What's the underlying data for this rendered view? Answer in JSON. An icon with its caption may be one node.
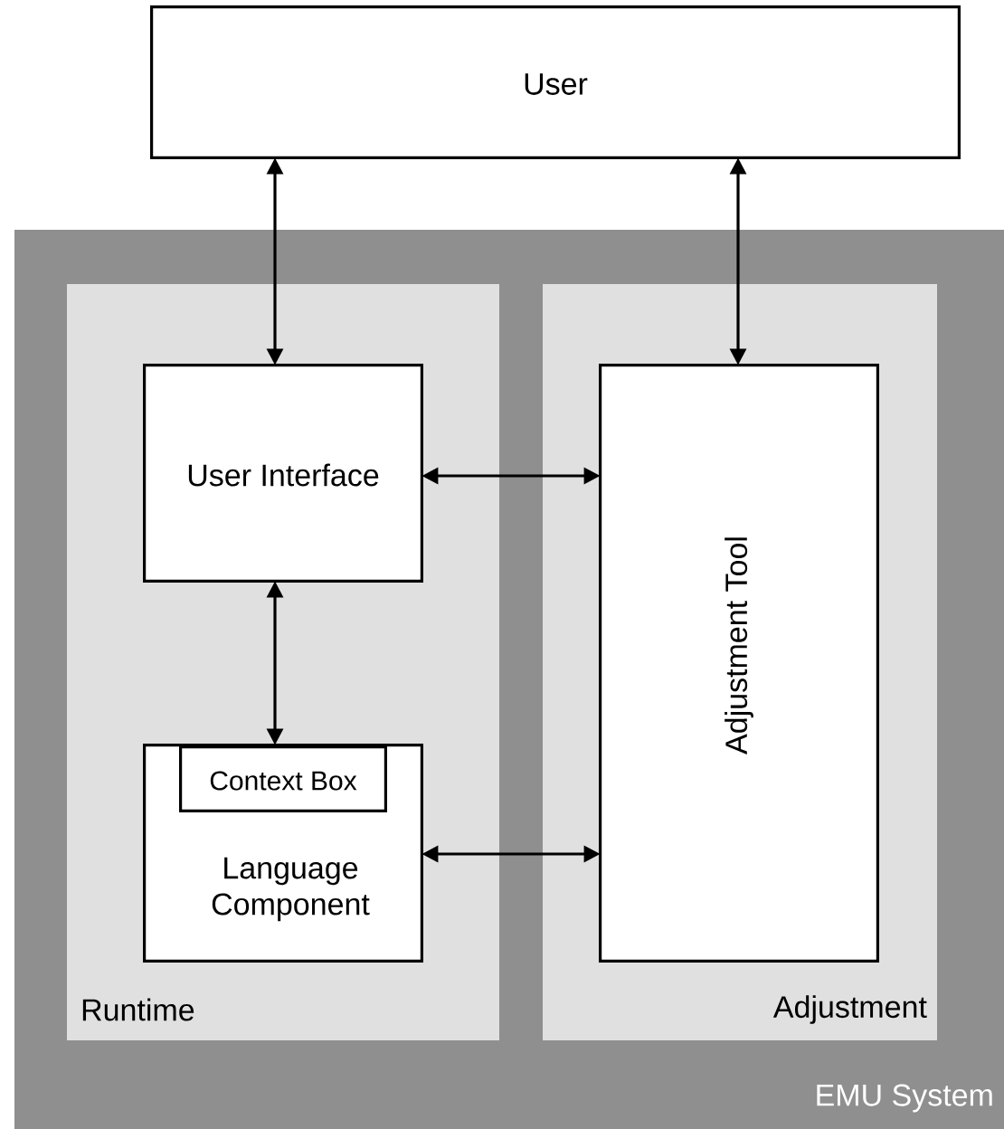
{
  "diagram": {
    "nodes": [
      {
        "text": [
          "User"
        ]
      },
      {
        "text": [
          "EMU System"
        ]
      },
      {
        "text": [
          "Runtime"
        ],
        "in": 1
      },
      {
        "text": [
          "User Interface"
        ],
        "in": 2
      },
      {
        "text": [
          "Language Component"
        ],
        "in": 2
      },
      {
        "text": [
          "Context Box"
        ],
        "in": 4
      },
      {
        "text": [
          "Adjustment"
        ],
        "in": 1
      },
      {
        "text": [
          "Adjustment Tool"
        ],
        "in": 6
      }
    ],
    "edges": [
      {
        "from": 0,
        "to": 3,
        "arrow": "both"
      },
      {
        "from": 0,
        "to": 7,
        "arrow": "both"
      },
      {
        "from": 3,
        "to": 7,
        "arrow": "both"
      },
      {
        "from": 3,
        "to": 4,
        "arrow": "both"
      },
      {
        "from": 4,
        "to": 7,
        "arrow": "both"
      }
    ]
  }
}
